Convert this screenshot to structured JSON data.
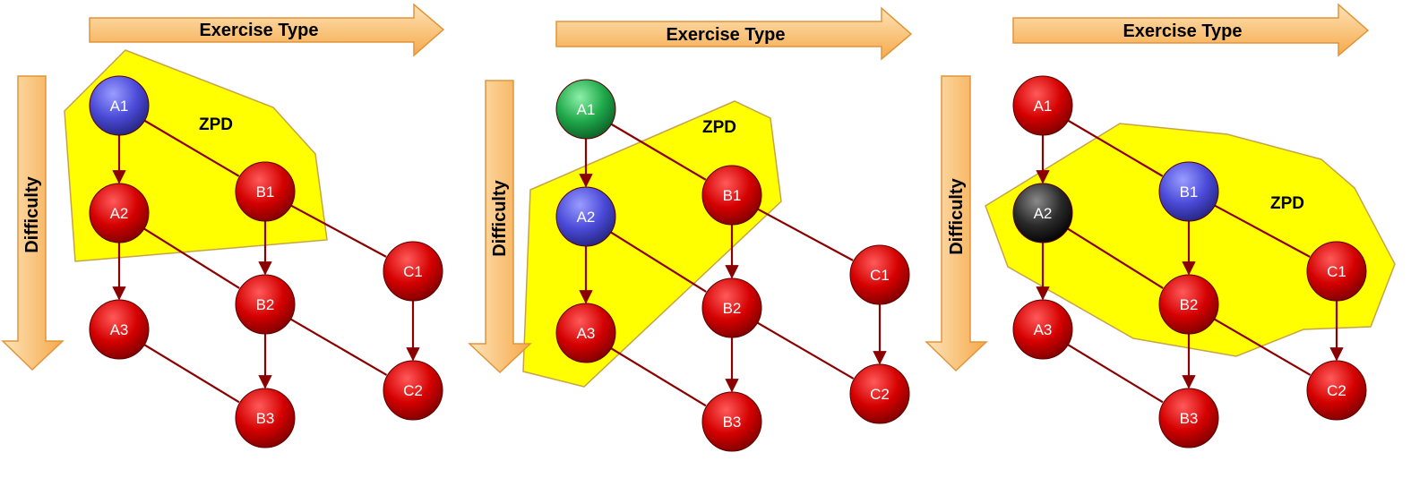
{
  "axes": {
    "horizontal_label": "Exercise Type",
    "vertical_label": "Difficulty"
  },
  "zone_label": "ZPD",
  "colors": {
    "zone_fill": "#ffff00",
    "zone_stroke": "#c8a24a",
    "arrow_fill": "#f7b35c",
    "arrow_stroke": "#e0953a",
    "edge": "#8b0000",
    "node_red": "#cc0000",
    "node_blue": "#4a4ad8",
    "node_green": "#1fa84a",
    "node_black": "#222222"
  },
  "edges": [
    {
      "from": "A1",
      "to": "A2",
      "arrow": true
    },
    {
      "from": "A2",
      "to": "A3",
      "arrow": true
    },
    {
      "from": "A1",
      "to": "B1",
      "arrow": false
    },
    {
      "from": "B1",
      "to": "B2",
      "arrow": true
    },
    {
      "from": "B2",
      "to": "B3",
      "arrow": true
    },
    {
      "from": "A2",
      "to": "B2",
      "arrow": false
    },
    {
      "from": "A3",
      "to": "B3",
      "arrow": false
    },
    {
      "from": "B1",
      "to": "C1",
      "arrow": false
    },
    {
      "from": "C1",
      "to": "C2",
      "arrow": true
    },
    {
      "from": "B2",
      "to": "C2",
      "arrow": false
    }
  ],
  "panels": [
    {
      "id": "panel-1",
      "nodes": [
        {
          "label": "A1",
          "state": "blue"
        },
        {
          "label": "A2",
          "state": "red"
        },
        {
          "label": "A3",
          "state": "red"
        },
        {
          "label": "B1",
          "state": "red"
        },
        {
          "label": "B2",
          "state": "red"
        },
        {
          "label": "B3",
          "state": "red"
        },
        {
          "label": "C1",
          "state": "red"
        },
        {
          "label": "C2",
          "state": "red"
        }
      ]
    },
    {
      "id": "panel-2",
      "nodes": [
        {
          "label": "A1",
          "state": "green"
        },
        {
          "label": "A2",
          "state": "blue"
        },
        {
          "label": "A3",
          "state": "red"
        },
        {
          "label": "B1",
          "state": "red"
        },
        {
          "label": "B2",
          "state": "red"
        },
        {
          "label": "B3",
          "state": "red"
        },
        {
          "label": "C1",
          "state": "red"
        },
        {
          "label": "C2",
          "state": "red"
        }
      ]
    },
    {
      "id": "panel-3",
      "nodes": [
        {
          "label": "A1",
          "state": "red"
        },
        {
          "label": "A2",
          "state": "black"
        },
        {
          "label": "A3",
          "state": "red"
        },
        {
          "label": "B1",
          "state": "blue"
        },
        {
          "label": "B2",
          "state": "red"
        },
        {
          "label": "B3",
          "state": "red"
        },
        {
          "label": "C1",
          "state": "red"
        },
        {
          "label": "C2",
          "state": "red"
        }
      ]
    }
  ]
}
